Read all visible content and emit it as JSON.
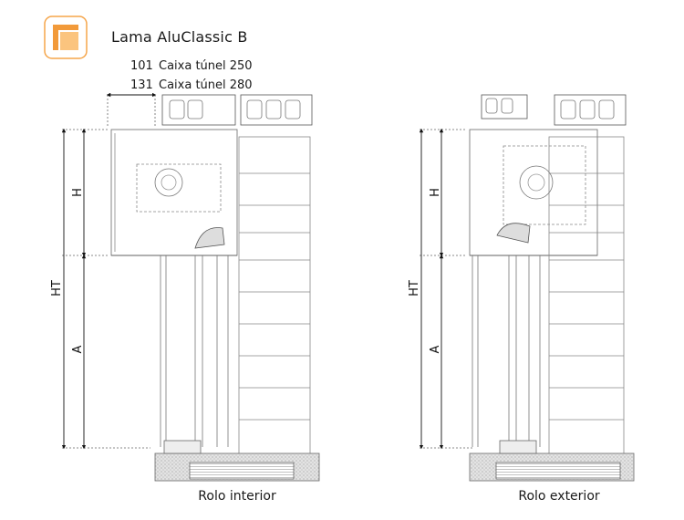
{
  "header": {
    "title": "Lama AluClassic B",
    "models": [
      {
        "code": "101",
        "name": "Caixa túnel 250"
      },
      {
        "code": "131",
        "name": "Caixa túnel 280"
      }
    ]
  },
  "drawings": [
    {
      "caption": "Rolo interior",
      "dim_labels": {
        "h": "H",
        "ht": "HT",
        "a": "A"
      }
    },
    {
      "caption": "Rolo exterior",
      "dim_labels": {
        "h": "H",
        "ht": "HT",
        "a": "A"
      }
    }
  ],
  "colors": {
    "accent": "#f29a3a",
    "accent_light": "#fbc47e",
    "line": "#555555",
    "hatch": "#bdbdbd"
  },
  "icons": {
    "logo": "brand-logo-icon"
  }
}
